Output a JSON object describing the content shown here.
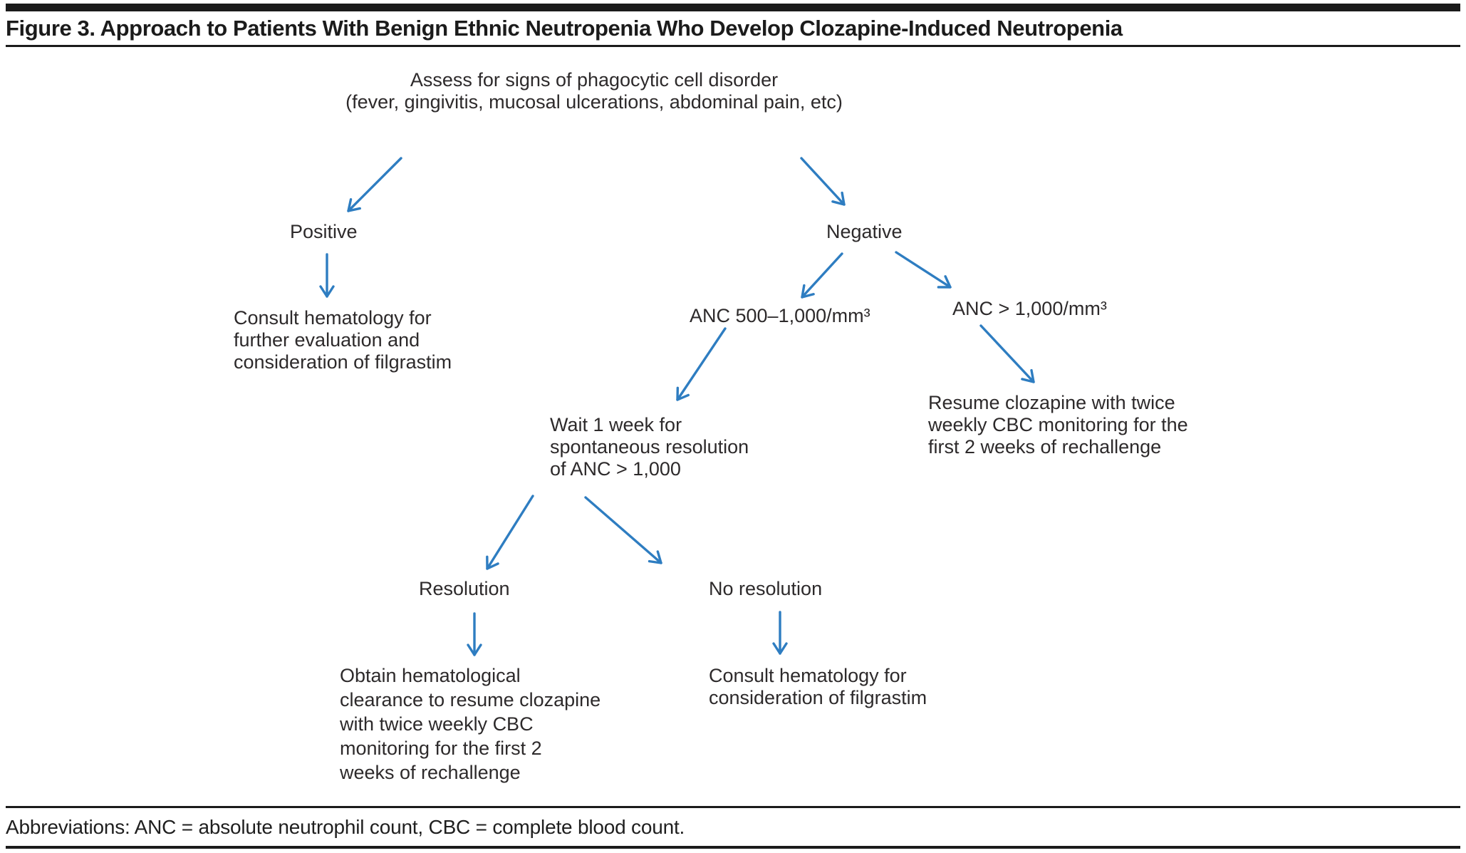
{
  "figure": {
    "title": "Figure 3. Approach to Patients With Benign Ethnic Neutropenia Who Develop Clozapine-Induced Neutropenia",
    "footnote": "Abbreviations: ANC = absolute neutrophil count, CBC = complete blood count."
  },
  "colors": {
    "arrow_blue": "#2e7dc1",
    "node_text": "#2d2a2b",
    "rule_black": "#1b1b1b"
  },
  "flowchart": {
    "assess": {
      "line1": "Assess for signs of phagocytic cell disorder",
      "line2": "(fever, gingivitis, mucosal ulcerations, abdominal pain, etc)"
    },
    "positive": {
      "label": "Positive"
    },
    "negative": {
      "label": "Negative"
    },
    "anc_low": {
      "label": "ANC 500–1,000/mm³"
    },
    "anc_high": {
      "label": "ANC > 1,000/mm³"
    },
    "consult_further": {
      "line1": "Consult hematology for",
      "line2": "further evaluation and",
      "line3": "consideration of filgrastim"
    },
    "resume_clozapine": {
      "line1": "Resume clozapine with twice",
      "line2": "weekly CBC monitoring for the",
      "line3": "first 2 weeks of rechallenge"
    },
    "wait_week": {
      "line1": "Wait 1 week for",
      "line2": "spontaneous resolution",
      "line3": "of ANC > 1,000"
    },
    "resolution": {
      "label": "Resolution"
    },
    "no_resolution": {
      "label": "No resolution"
    },
    "obtain_clearance": {
      "line1": "Obtain hematological",
      "line2": "clearance to resume clozapine",
      "line3": "with twice weekly CBC",
      "line4": "monitoring for the first 2",
      "line5": "weeks of rechallenge"
    },
    "consult_filgrastim": {
      "line1": "Consult hematology for",
      "line2": "consideration of filgrastim"
    },
    "edges": [
      {
        "from": "assess",
        "to": "positive"
      },
      {
        "from": "assess",
        "to": "negative"
      },
      {
        "from": "positive",
        "to": "consult_further"
      },
      {
        "from": "negative",
        "to": "anc_low"
      },
      {
        "from": "negative",
        "to": "anc_high"
      },
      {
        "from": "anc_low",
        "to": "wait_week"
      },
      {
        "from": "anc_high",
        "to": "resume_clozapine"
      },
      {
        "from": "wait_week",
        "to": "resolution"
      },
      {
        "from": "wait_week",
        "to": "no_resolution"
      },
      {
        "from": "resolution",
        "to": "obtain_clearance"
      },
      {
        "from": "no_resolution",
        "to": "consult_filgrastim"
      }
    ]
  }
}
